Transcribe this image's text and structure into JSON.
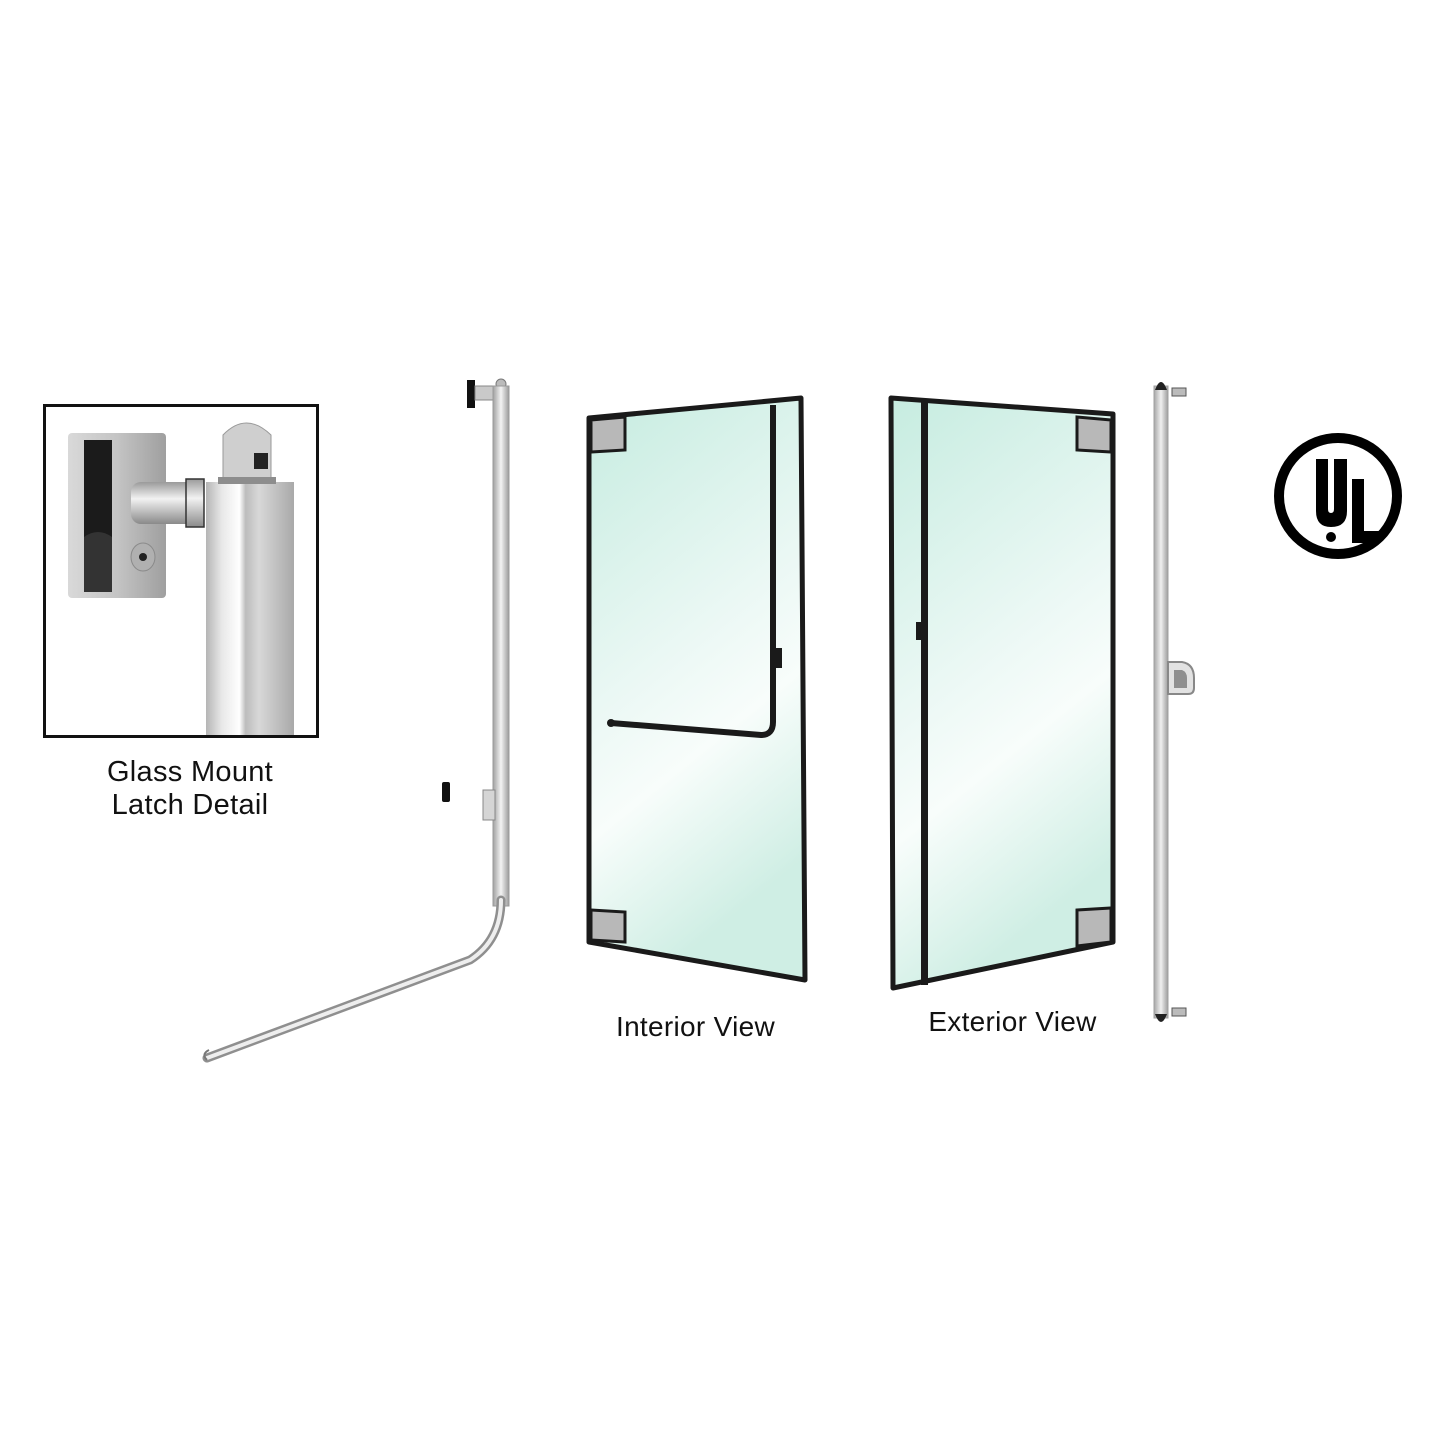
{
  "product_sheet": {
    "detail_inset": {
      "caption_line1": "Glass Mount",
      "caption_line2": "Latch Detail"
    },
    "views": [
      {
        "label": "Interior View"
      },
      {
        "label": "Exterior View"
      }
    ],
    "certification": {
      "mark": "UL",
      "letters": [
        "U",
        "L"
      ]
    }
  },
  "colors": {
    "background": "#ffffff",
    "frame": "#1a1a1a",
    "glass_top": "#cfeee3",
    "glass_bottom": "#f4fbf8",
    "corner_patch": "#b9b9b9",
    "metal_light": "#e6e6e6",
    "metal_mid": "#bdbdbd",
    "metal_dark": "#8c8c8c"
  }
}
